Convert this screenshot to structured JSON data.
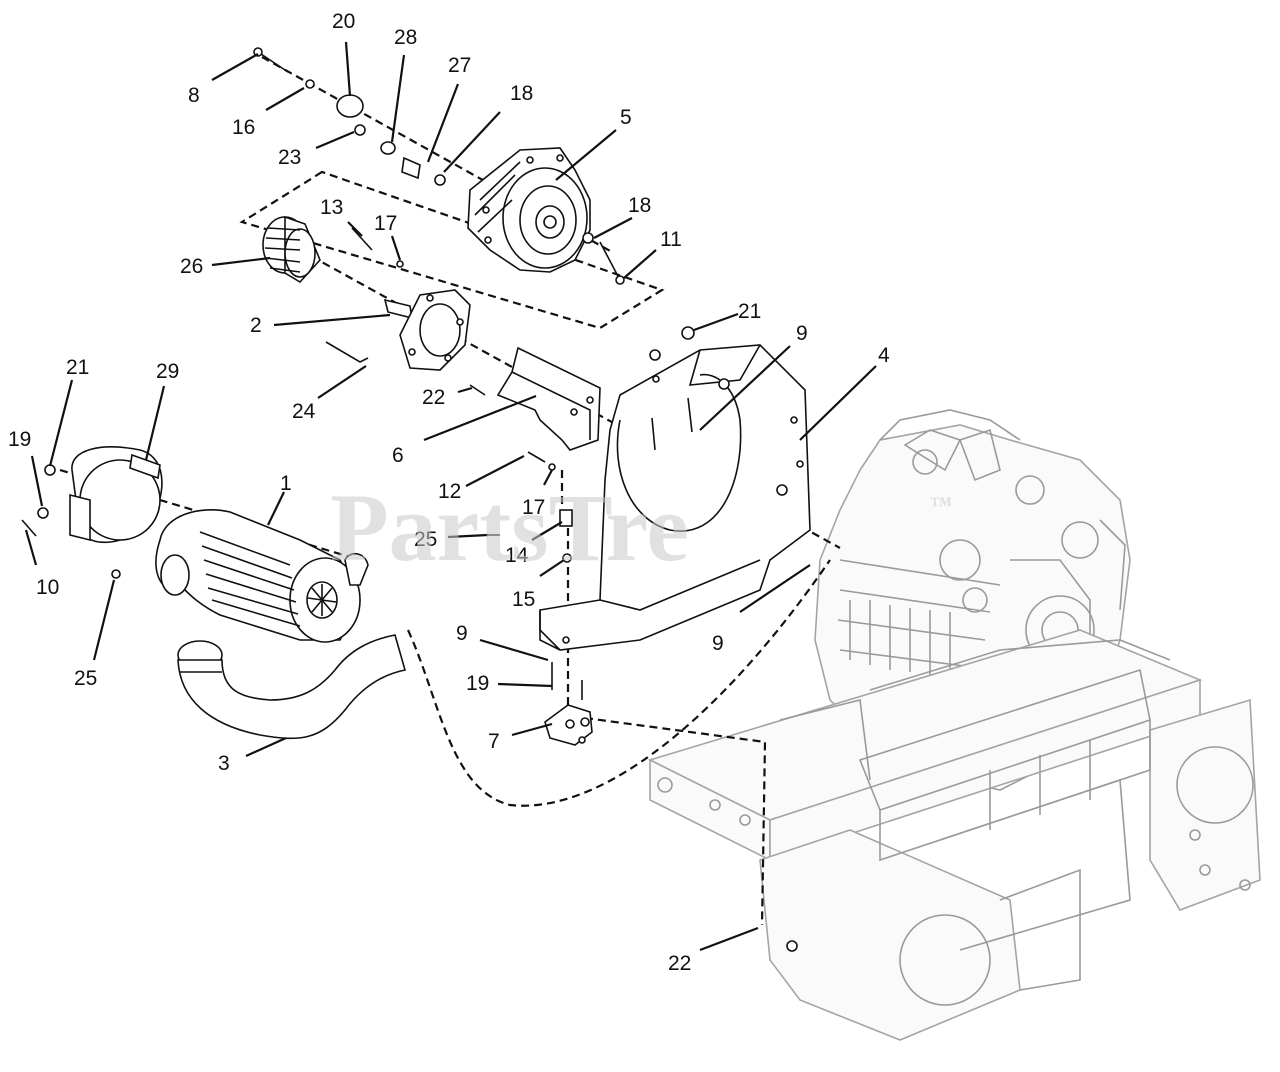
{
  "watermark": "PartsTre",
  "watermark_tm": "™",
  "callouts": {
    "c20": "20",
    "c28": "28",
    "c27": "27",
    "c18a": "18",
    "c5": "5",
    "c8": "8",
    "c16": "16",
    "c23": "23",
    "c13": "13",
    "c17a": "17",
    "c18b": "18",
    "c11": "11",
    "c26": "26",
    "c2": "2",
    "c21a": "21",
    "c9a": "9",
    "c4": "4",
    "c24": "24",
    "c22a": "22",
    "c6": "6",
    "c21b": "21",
    "c29": "29",
    "c19a": "19",
    "c1": "1",
    "c12": "12",
    "c17b": "17",
    "c25a": "25",
    "c14": "14",
    "c15": "15",
    "c10": "10",
    "c25b": "25",
    "c9b": "9",
    "c9c": "9",
    "c19b": "19",
    "c7": "7",
    "c3": "3",
    "c22b": "22"
  }
}
